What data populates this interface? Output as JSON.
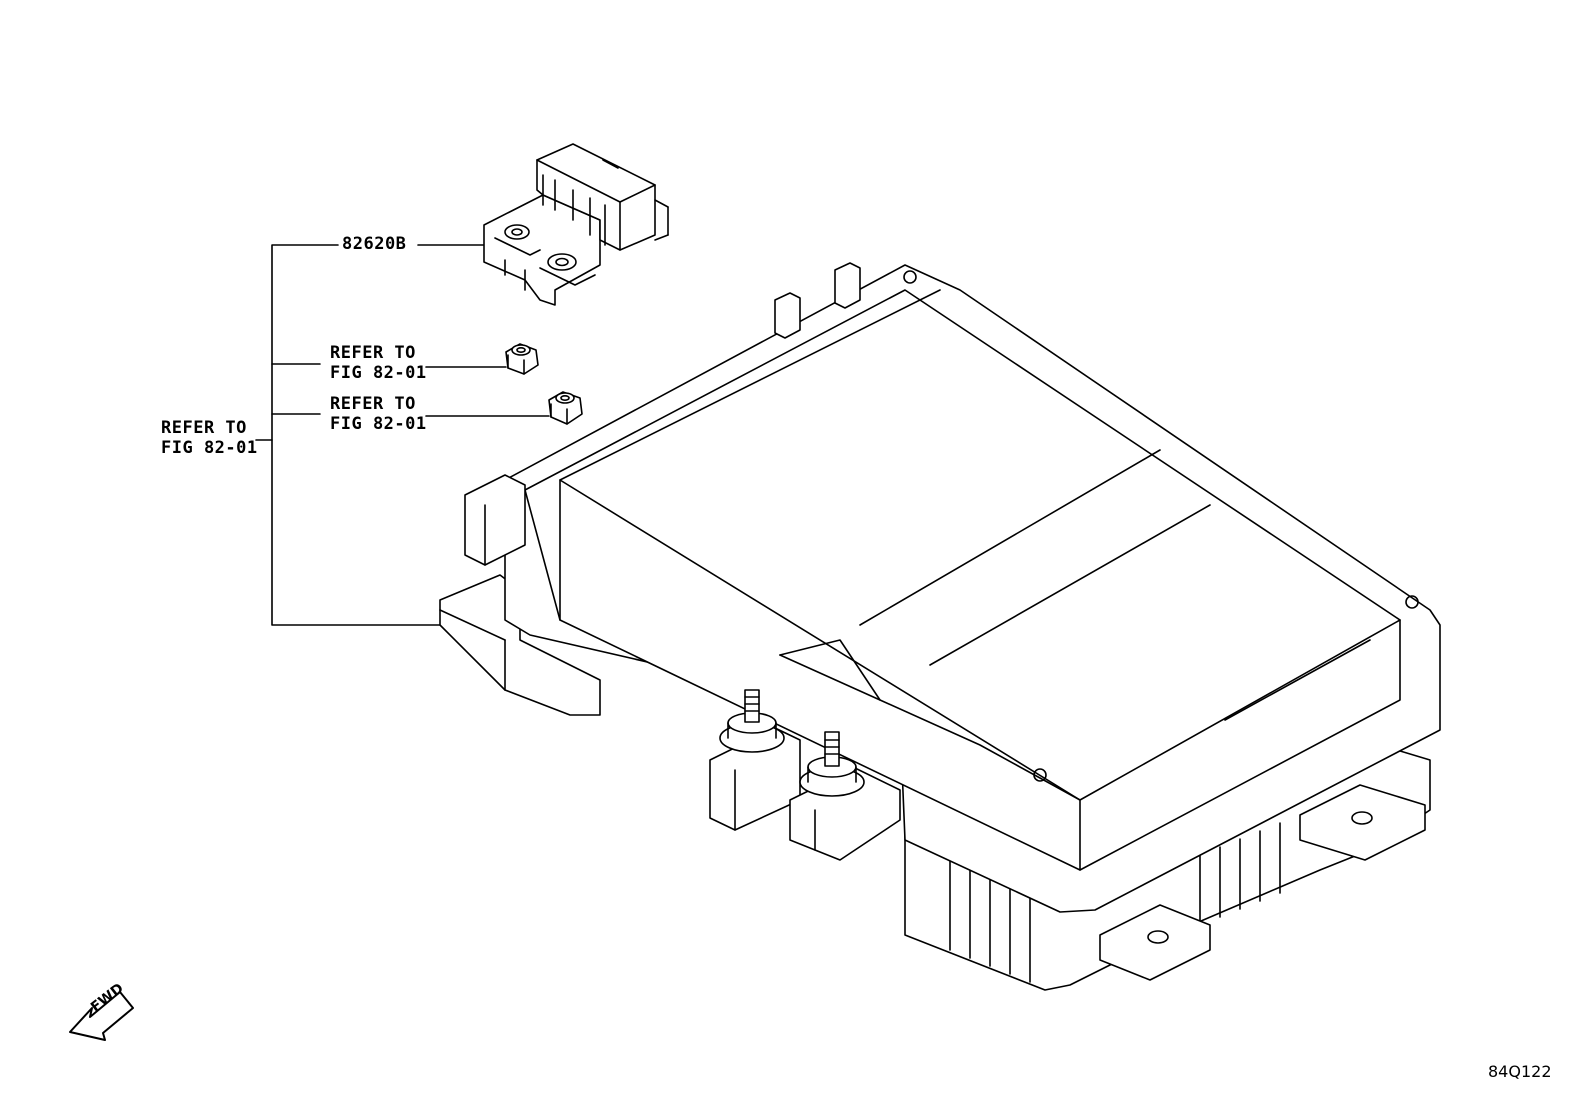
{
  "callouts": {
    "part_number": "82620B",
    "refer_upper": [
      "REFER TO",
      "FIG 82-01"
    ],
    "refer_lower": [
      "REFER TO",
      "FIG 82-01"
    ],
    "refer_main": [
      "REFER TO",
      "FIG 82-01"
    ]
  },
  "direction_indicator": {
    "label": "FWD",
    "icon": "forward-arrow-icon"
  },
  "illustration_code": "84Q122",
  "components": [
    {
      "name": "fuse-block-icon"
    },
    {
      "name": "nut-upper-icon"
    },
    {
      "name": "nut-lower-icon"
    },
    {
      "name": "junction-block-icon"
    }
  ]
}
